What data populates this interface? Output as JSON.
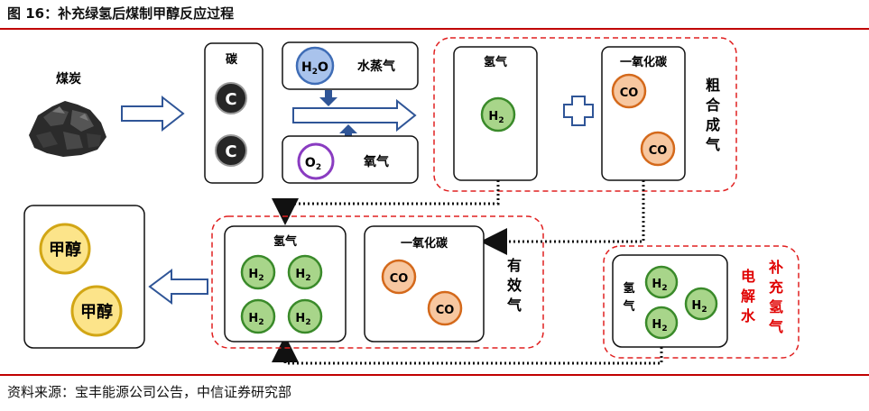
{
  "title": "图 16：补充绿氢后煤制甲醇反应过程",
  "source": "资料来源：宝丰能源公司公告，中信证券研究部",
  "colors": {
    "red_rule": "#c00000",
    "dashed_red": "#e02020",
    "green_fill": "#a8d58a",
    "green_edge": "#3a8a2a",
    "orange_fill": "#f7c7a0",
    "orange_edge": "#d4691b",
    "yellow_fill": "#fce48a",
    "yellow_edge": "#d2a615",
    "blue_fill": "#a9c3ec",
    "blue_edge": "#3f6db6",
    "purple_fill": "#ffffff",
    "purple_edge": "#8a3cc1"
  },
  "labels": {
    "coal": "煤炭",
    "carbon_box": "碳",
    "carbon_atom": "C",
    "h2o": "H",
    "h2o_sub": "2",
    "h2o_end": "O",
    "steam": "水蒸气",
    "o2": "O",
    "o2_sub": "2",
    "oxygen": "氧气",
    "hydrogen": "氢气",
    "h2": "H",
    "h2_sub": "2",
    "co_box": "一氧化碳",
    "co": "CO",
    "raw_gas": [
      "粗",
      "合",
      "成",
      "气"
    ],
    "effective_gas": [
      "有",
      "效",
      "气"
    ],
    "methanol": "甲醇",
    "hydrogen_vertical": [
      "氢",
      "气"
    ],
    "electrolysis": [
      "电",
      "解",
      "水"
    ],
    "supplement_h2": [
      "补",
      "充",
      "氢",
      "气"
    ]
  }
}
